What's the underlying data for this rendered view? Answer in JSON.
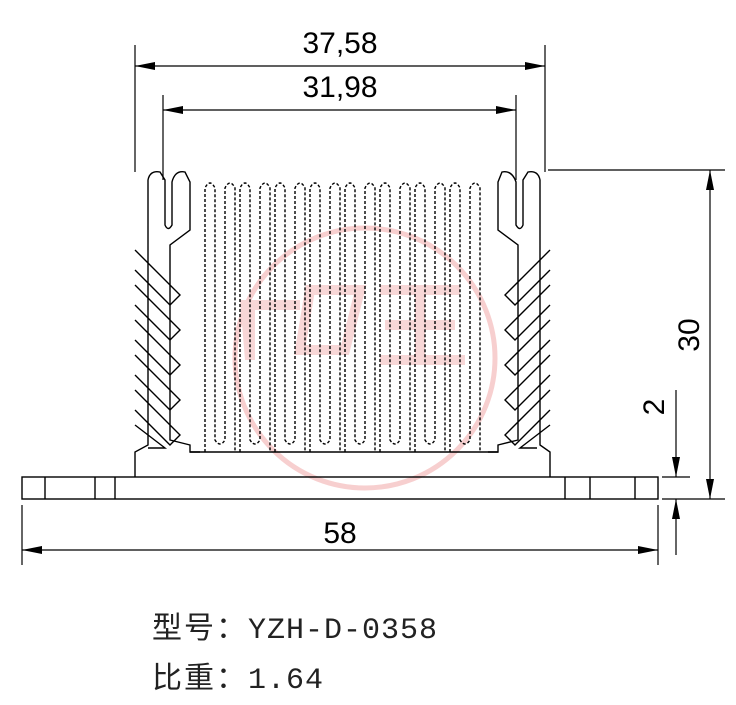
{
  "dimensions": {
    "outer_width": "37,58",
    "inner_width": "31,98",
    "height": "30",
    "base_thickness": "2",
    "base_width": "58"
  },
  "watermark": {
    "color": "#f2a8a8"
  },
  "spec": {
    "model_label": "型号：",
    "model_value": "YZH-D-0358",
    "weight_label": "比重：",
    "weight_value": "1.64"
  }
}
